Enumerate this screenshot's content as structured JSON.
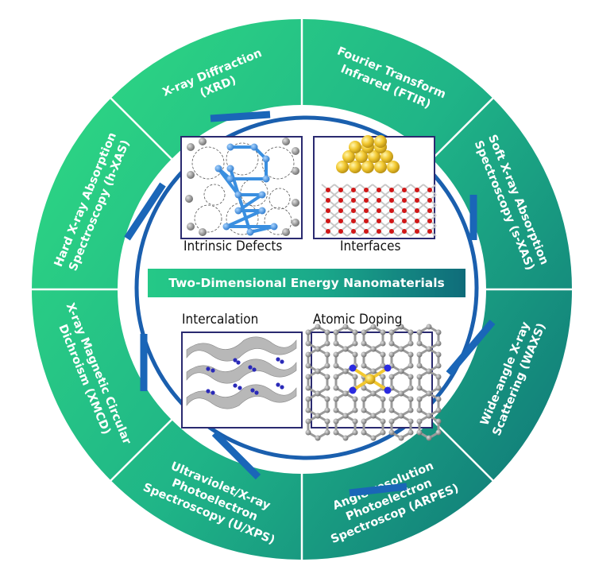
{
  "title": "Two-Dimensional Energy Nanomaterials",
  "sectors": [
    {
      "id": "xrd",
      "lines": [
        "X-ray Diffraction",
        "(XRD)"
      ]
    },
    {
      "id": "ftir",
      "lines": [
        "Fourier Transform",
        "Infrared (FTIR)"
      ]
    },
    {
      "id": "s-xas",
      "lines": [
        "Soft X-ray Absorption",
        "Spectroscopy (s-XAS)"
      ]
    },
    {
      "id": "waxs",
      "lines": [
        "Wide-angle X-ray",
        "Scattering (WAXS)"
      ]
    },
    {
      "id": "arpes",
      "lines": [
        "Angle-resolution",
        "Photoelectron",
        "Spectroscop (ARPES)"
      ]
    },
    {
      "id": "u-xps",
      "lines": [
        "Ultraviolet/X-ray",
        "Photoelectron",
        "Spectroscopy  (U/XPS)"
      ]
    },
    {
      "id": "xmcd",
      "lines": [
        "X-ray Magnetic Circular",
        "Dichroism (XMCD)"
      ]
    },
    {
      "id": "h-xas",
      "lines": [
        "Hard X-ray Absorption",
        "Spectroscopy  (h-XAS)"
      ]
    }
  ],
  "panels": {
    "defects": "Intrinsic Defects",
    "interfaces": "Interfaces",
    "intercalation": "Intercalation",
    "doping": "Atomic Doping"
  },
  "colors": {
    "ring_light": "#2bd184",
    "ring_dark": "#12807a",
    "cycle_blue": "#1a66b8",
    "carbon": "#8a8a8a",
    "nitrogen": "#3a8fe0",
    "gold": "#f2c830",
    "oxygen": "#d01818"
  }
}
